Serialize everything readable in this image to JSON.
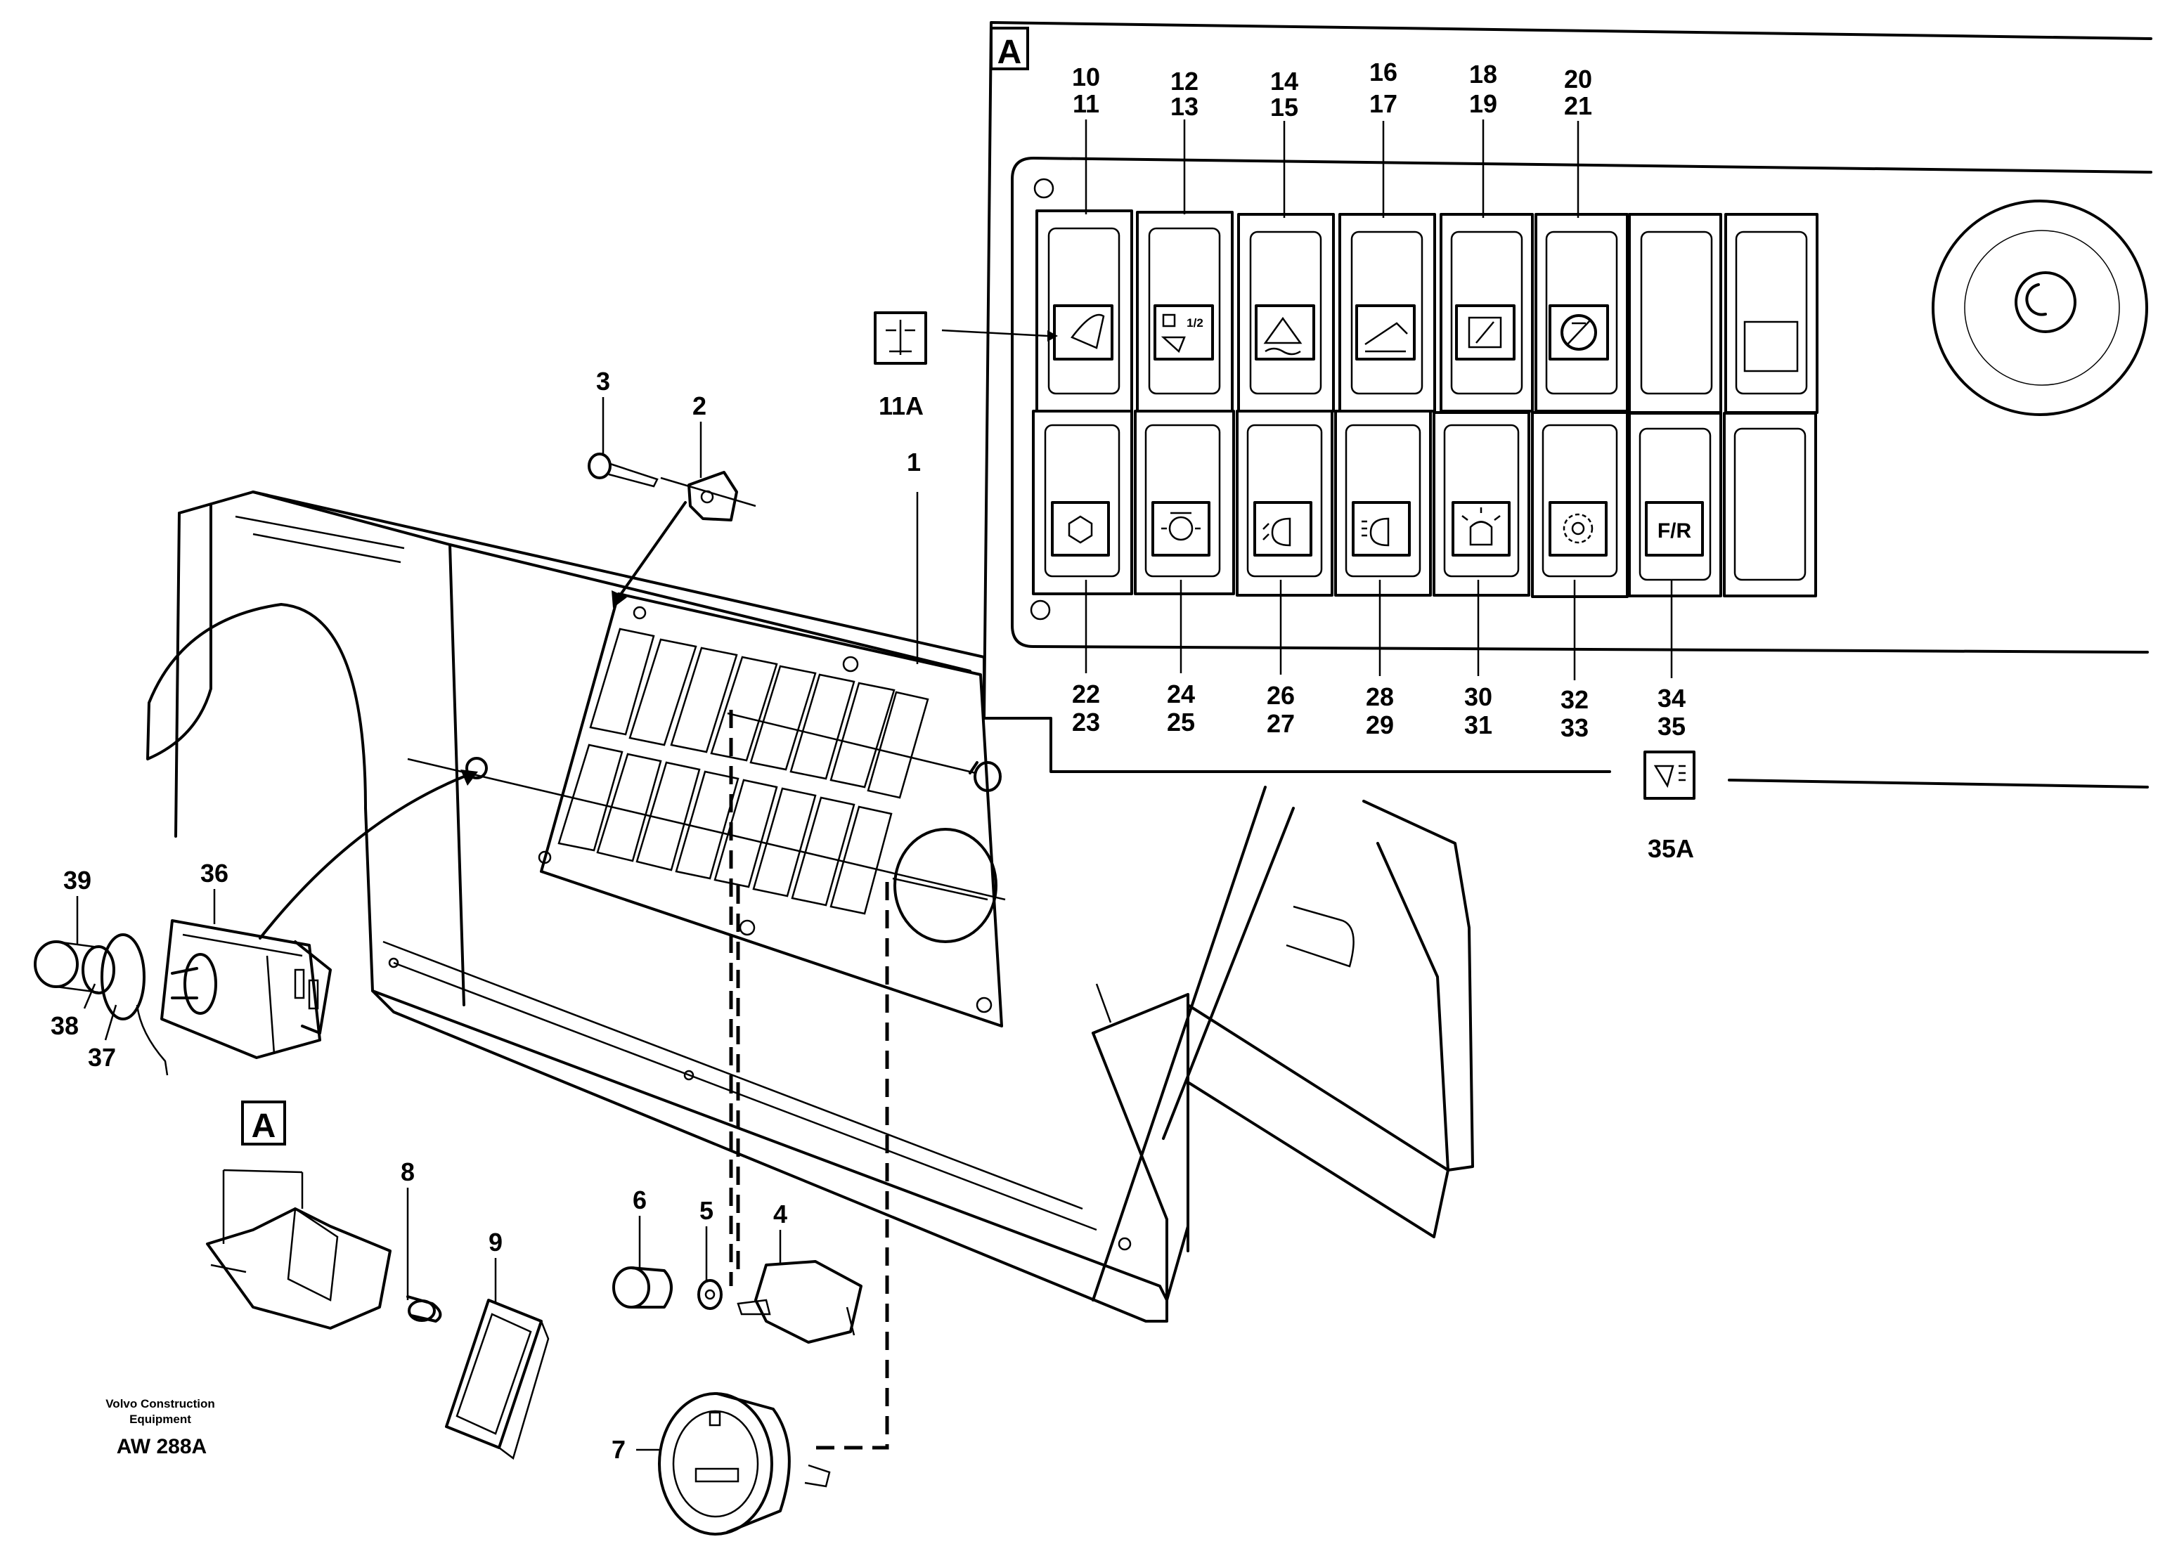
{
  "diagram": {
    "detail_box_label": "A",
    "inset_box_label": "A",
    "brand_line1": "Volvo Construction",
    "brand_line2": "Equipment",
    "figure_code": "AW 288A",
    "callouts": {
      "c1": "1",
      "c2": "2",
      "c3": "3",
      "c4": "4",
      "c5": "5",
      "c6": "6",
      "c7": "7",
      "c8": "8",
      "c9": "9",
      "c10": "10",
      "c11": "11",
      "c11a": "11A",
      "c12": "12",
      "c13": "13",
      "c14": "14",
      "c15": "15",
      "c16": "16",
      "c17": "17",
      "c18": "18",
      "c19": "19",
      "c20": "20",
      "c21": "21",
      "c22": "22",
      "c23": "23",
      "c24": "24",
      "c25": "25",
      "c26": "26",
      "c27": "27",
      "c28": "28",
      "c29": "29",
      "c30": "30",
      "c31": "31",
      "c32": "32",
      "c33": "33",
      "c34": "34",
      "c35": "35",
      "c35a": "35A",
      "c36": "36",
      "c37": "37",
      "c38": "38",
      "c39": "39"
    },
    "switch_symbols": {
      "s12_half": "1/2",
      "s34_fr": "F/R"
    },
    "icons": [
      "wiper-icon",
      "lock-half-icon",
      "bucket-level-icon",
      "boom-float-icon",
      "door-icon",
      "steering-wheel-icon",
      "work-light-front-icon",
      "work-light-rear-icon",
      "headlight-low-icon",
      "headlight-high-icon",
      "beacon-icon",
      "gear-settings-icon",
      "fnr-icon",
      "washer-icon",
      "lamp-icon"
    ]
  }
}
